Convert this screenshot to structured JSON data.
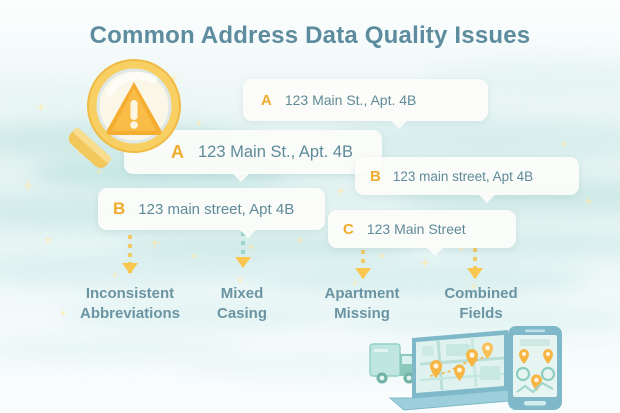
{
  "header": {
    "title": "Common Address Data Quality Issues"
  },
  "cards": [
    {
      "id": "card-a1",
      "letter": "A",
      "address": "123 Main St., Apt. 4B"
    },
    {
      "id": "card-a2",
      "letter": "A",
      "address": "123 Main St., Apt. 4B"
    },
    {
      "id": "card-b1",
      "letter": "B",
      "address": "123 main street, Apt 4B"
    },
    {
      "id": "card-b2",
      "letter": "B",
      "address": "123 main street, Apt 4B"
    },
    {
      "id": "card-c1",
      "letter": "C",
      "address": "123 Main Street"
    }
  ],
  "labels": [
    {
      "line1": "Inconsistent",
      "line2": "Abbreviations"
    },
    {
      "line1": "Mixed",
      "line2": "Casing"
    },
    {
      "line1": "Apartment",
      "line2": "Missing"
    },
    {
      "line1": "Combined",
      "line2": "Fields"
    }
  ],
  "icons": {
    "magnifier": "magnifier-warning-icon",
    "warning": "warning-triangle-icon",
    "laptop": "laptop-map-icon",
    "phone": "smartphone-map-icon",
    "truck": "delivery-truck-icon",
    "pin": "map-pin-icon"
  },
  "colors": {
    "title": "#5d8c9e",
    "letter_accent": "#f0ab2e",
    "address_text": "#5f8a99",
    "label_text": "#6b94a3",
    "card_bg": "#fdfdf9",
    "arrow_gold": "#f9c64e",
    "arrow_teal": "#8fd2c8",
    "background_teal": "#e2f2f1",
    "warning_orange": "#f6ae32",
    "magnifier_gold": "#f7cf63"
  }
}
